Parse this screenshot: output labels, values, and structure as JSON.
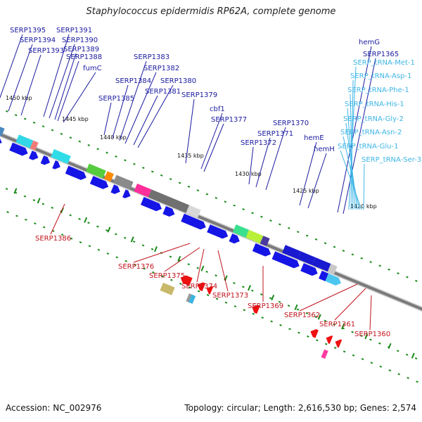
{
  "title": "Staphylococcus epidermidis RP62A, complete genome",
  "footer": {
    "accession": "Accession: NC_002976",
    "summary": "Topology: circular; Length: 2,616,530 bp; Genes: 2,574"
  },
  "colors": {
    "forward_label": "#1a1aa0",
    "reverse_label": "#c0141e",
    "rna_label": "#3fb6e6",
    "forward_arrow": "#1515e6",
    "reverse_arrow": "#ee1010",
    "rna_arrow": "#4cc6ef",
    "tick": "#1a8a1a",
    "backbone": "#7a7a7a"
  },
  "ticks": [
    {
      "label": "1450 kbp"
    },
    {
      "label": "1445 kbp"
    },
    {
      "label": "1440 kbp"
    },
    {
      "label": "1435 kbp"
    },
    {
      "label": "1430 kbp"
    },
    {
      "label": "1425 kbp"
    },
    {
      "label": "1420 kbp"
    }
  ],
  "forward_labels": [
    "SERP1395",
    "SERP1394",
    "SERP1393",
    "SERP1391",
    "SERP1390",
    "SERP1389",
    "SERP1388",
    "fumC",
    "SERP1385",
    "SERP1384",
    "SERP1383",
    "SERP1382",
    "SERP1381",
    "SERP1380",
    "SERP1379",
    "cbf1",
    "SERP1377",
    "SERP1372",
    "SERP1371",
    "SERP1370",
    "hemE",
    "hemH",
    "hemG",
    "SERP1365"
  ],
  "rna_labels": [
    "SERP_tRNA-Met-1",
    "SERP_tRNA-Asp-1",
    "SERP_tRNA-Phe-1",
    "SERP_tRNA-His-1",
    "SERP_tRNA-Gly-2",
    "SERP_tRNA-Asn-2",
    "SERP_tRNA-Glu-1",
    "SERP_tRNA-Ser-3"
  ],
  "reverse_labels": [
    "SERP1386",
    "SERP1376",
    "SERP1375",
    "SERP1374",
    "SERP1373",
    "SERP1369",
    "SERP1362",
    "SERP1361",
    "SERP1360"
  ]
}
